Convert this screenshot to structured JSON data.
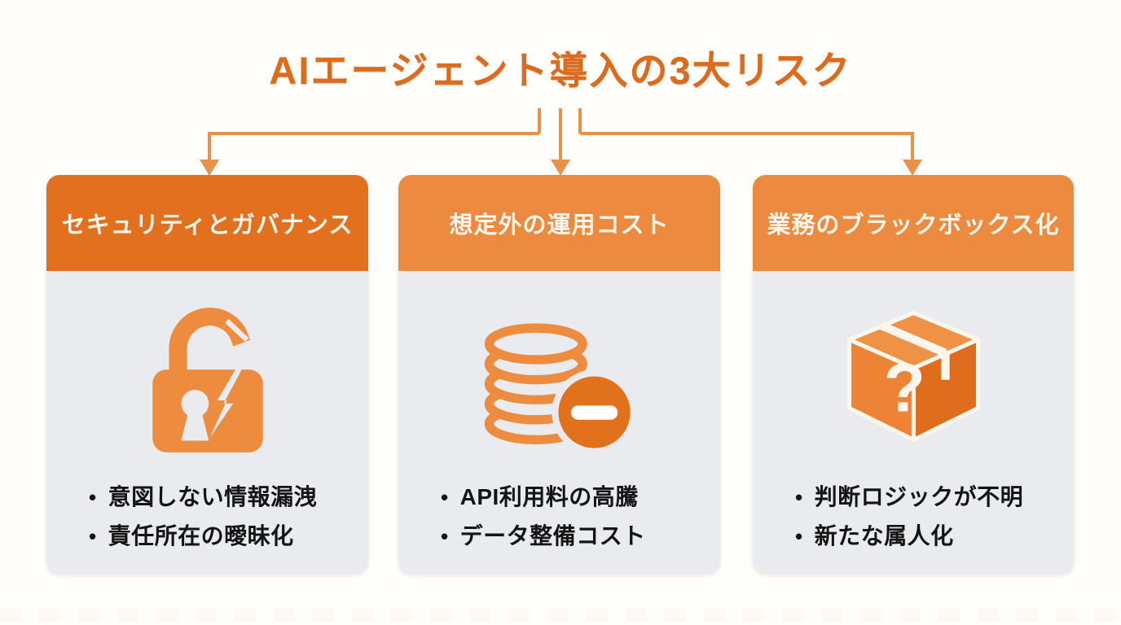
{
  "title": "AIエージェント導入の3大リスク",
  "colors": {
    "title_orange": "#dc6b1b",
    "header_dark_orange": "#e2701f",
    "header_light_orange": "#ec8b40",
    "card_body_gray": "#e9ebee",
    "connector_orange": "#e8914a",
    "icon_orange": "#ed8c3f",
    "icon_deep_orange": "#e2711c",
    "bullet_text": "#141414",
    "background": "#fffefb"
  },
  "cards": [
    {
      "header": "セキュリティとガバナンス",
      "icon": "broken-lock-icon",
      "bullets": [
        "意図しない情報漏洩",
        "責任所在の曖昧化"
      ]
    },
    {
      "header": "想定外の運用コスト",
      "icon": "coins-minus-icon",
      "bullets": [
        "API利用料の高騰",
        "データ整備コスト"
      ]
    },
    {
      "header": "業務のブラックボックス化",
      "icon": "question-box-icon",
      "bullets": [
        "判断ロジックが不明",
        "新たな属人化"
      ]
    }
  ],
  "bullet_glyph": "•"
}
